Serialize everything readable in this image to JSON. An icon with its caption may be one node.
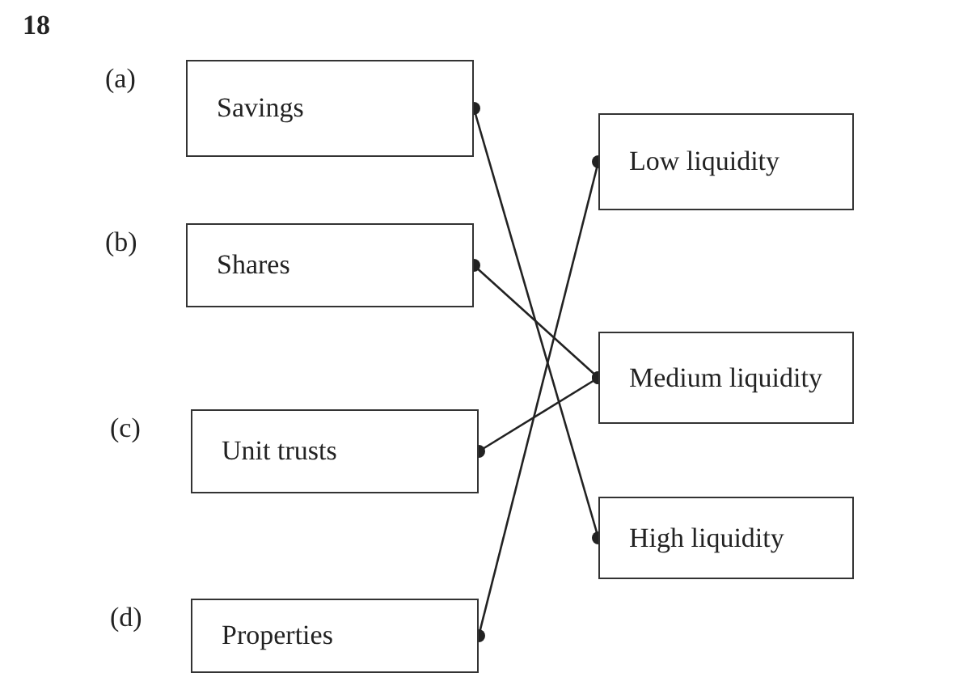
{
  "diagram": {
    "nodes": [
      {
        "text": [
          "Savings"
        ],
        "beside": [
          "(a)"
        ]
      },
      {
        "text": [
          "Shares"
        ],
        "beside": [
          "(b)"
        ]
      },
      {
        "text": [
          "Unit trusts"
        ],
        "beside": [
          "(c)"
        ]
      },
      {
        "text": [
          "Properties"
        ],
        "beside": [
          "(d)"
        ]
      },
      {
        "text": [
          "Low liquidity"
        ]
      },
      {
        "text": [
          "Medium liquidity"
        ]
      },
      {
        "text": [
          "High liquidity"
        ]
      }
    ],
    "edges": [
      {
        "from": 0,
        "to": 6,
        "arrow": "other"
      },
      {
        "from": 1,
        "to": 5,
        "arrow": "other"
      },
      {
        "from": 2,
        "to": 5,
        "arrow": "other"
      },
      {
        "from": 3,
        "to": 4,
        "arrow": "other"
      }
    ],
    "labels": [
      "18"
    ]
  }
}
